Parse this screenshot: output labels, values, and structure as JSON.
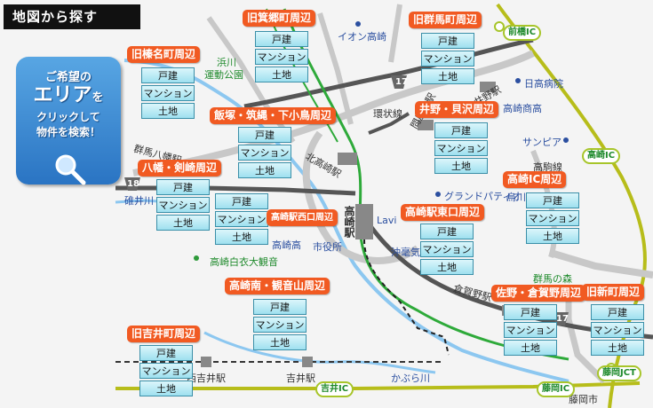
{
  "title": "地図から探す",
  "promo": {
    "line1": "ご希望の",
    "line2a": "エリア",
    "line2b": "を",
    "line3": "クリックして",
    "line4": "物件を検索！"
  },
  "buttons": {
    "house": "戸建",
    "mansion": "マンション",
    "land": "土地"
  },
  "areas": [
    {
      "id": "kyumino",
      "label": "旧箕郷町周辺"
    },
    {
      "id": "gunma",
      "label": "旧群馬町周辺"
    },
    {
      "id": "haruna",
      "label": "旧榛名町周辺"
    },
    {
      "id": "iizuka",
      "label": "飯塚・筑縄・下小鳥周辺"
    },
    {
      "id": "inoue",
      "label": "井野・貝沢周辺"
    },
    {
      "id": "yawata",
      "label": "八幡・剣崎周辺"
    },
    {
      "id": "nishiguchi",
      "label": "高崎駅西口周辺"
    },
    {
      "id": "ic",
      "label": "高崎IC周辺"
    },
    {
      "id": "higashiguchi",
      "label": "高崎駅東口周辺"
    },
    {
      "id": "kannonyama",
      "label": "高崎南・観音山周辺"
    },
    {
      "id": "sano",
      "label": "佐野・倉賀野周辺"
    },
    {
      "id": "shinmachi",
      "label": "旧新町周辺"
    },
    {
      "id": "yoshii",
      "label": "旧吉井町周辺"
    }
  ],
  "places": {
    "aeon": "イオン高崎",
    "hamagawa1": "浜川",
    "hamagawa2": "運動公園",
    "hashu": "日高病院",
    "takasaki_shoko": "高崎商高",
    "sanpia": "サンピア",
    "takakoma": "高駒線",
    "kanjo": "環状線",
    "toyaeki": "問屋町駅",
    "inoeki": "井野駅",
    "kitatakasaki": "北高崎駅",
    "gunmayawata": "群馬八幡駅",
    "takasakieki": "高崎駅",
    "grand": "グランドパティオ",
    "lavi": "Lavi",
    "okino": "沖毫気",
    "shiyakusho": "市役所",
    "takasakiko": "高崎高",
    "byakue": "高崎白衣大観音",
    "kuragano": "倉賀野駅",
    "gunmanomori": "群馬の森",
    "kaburagawa": "かぶら川",
    "nishiyoshii": "西吉井駅",
    "yoshii": "吉井駅",
    "karasugawa": "烏川",
    "usuigawa": "碓井川",
    "maebashi_ic": "前橋IC",
    "takasaki_ic": "高崎IC",
    "yoshii_ic": "吉井IC",
    "fujioka_ic": "藤岡IC",
    "fujioka_jct": "藤岡JCT",
    "fujiokashi": "藤岡市",
    "r17a": "17",
    "r17b": "17",
    "r18": "18"
  }
}
